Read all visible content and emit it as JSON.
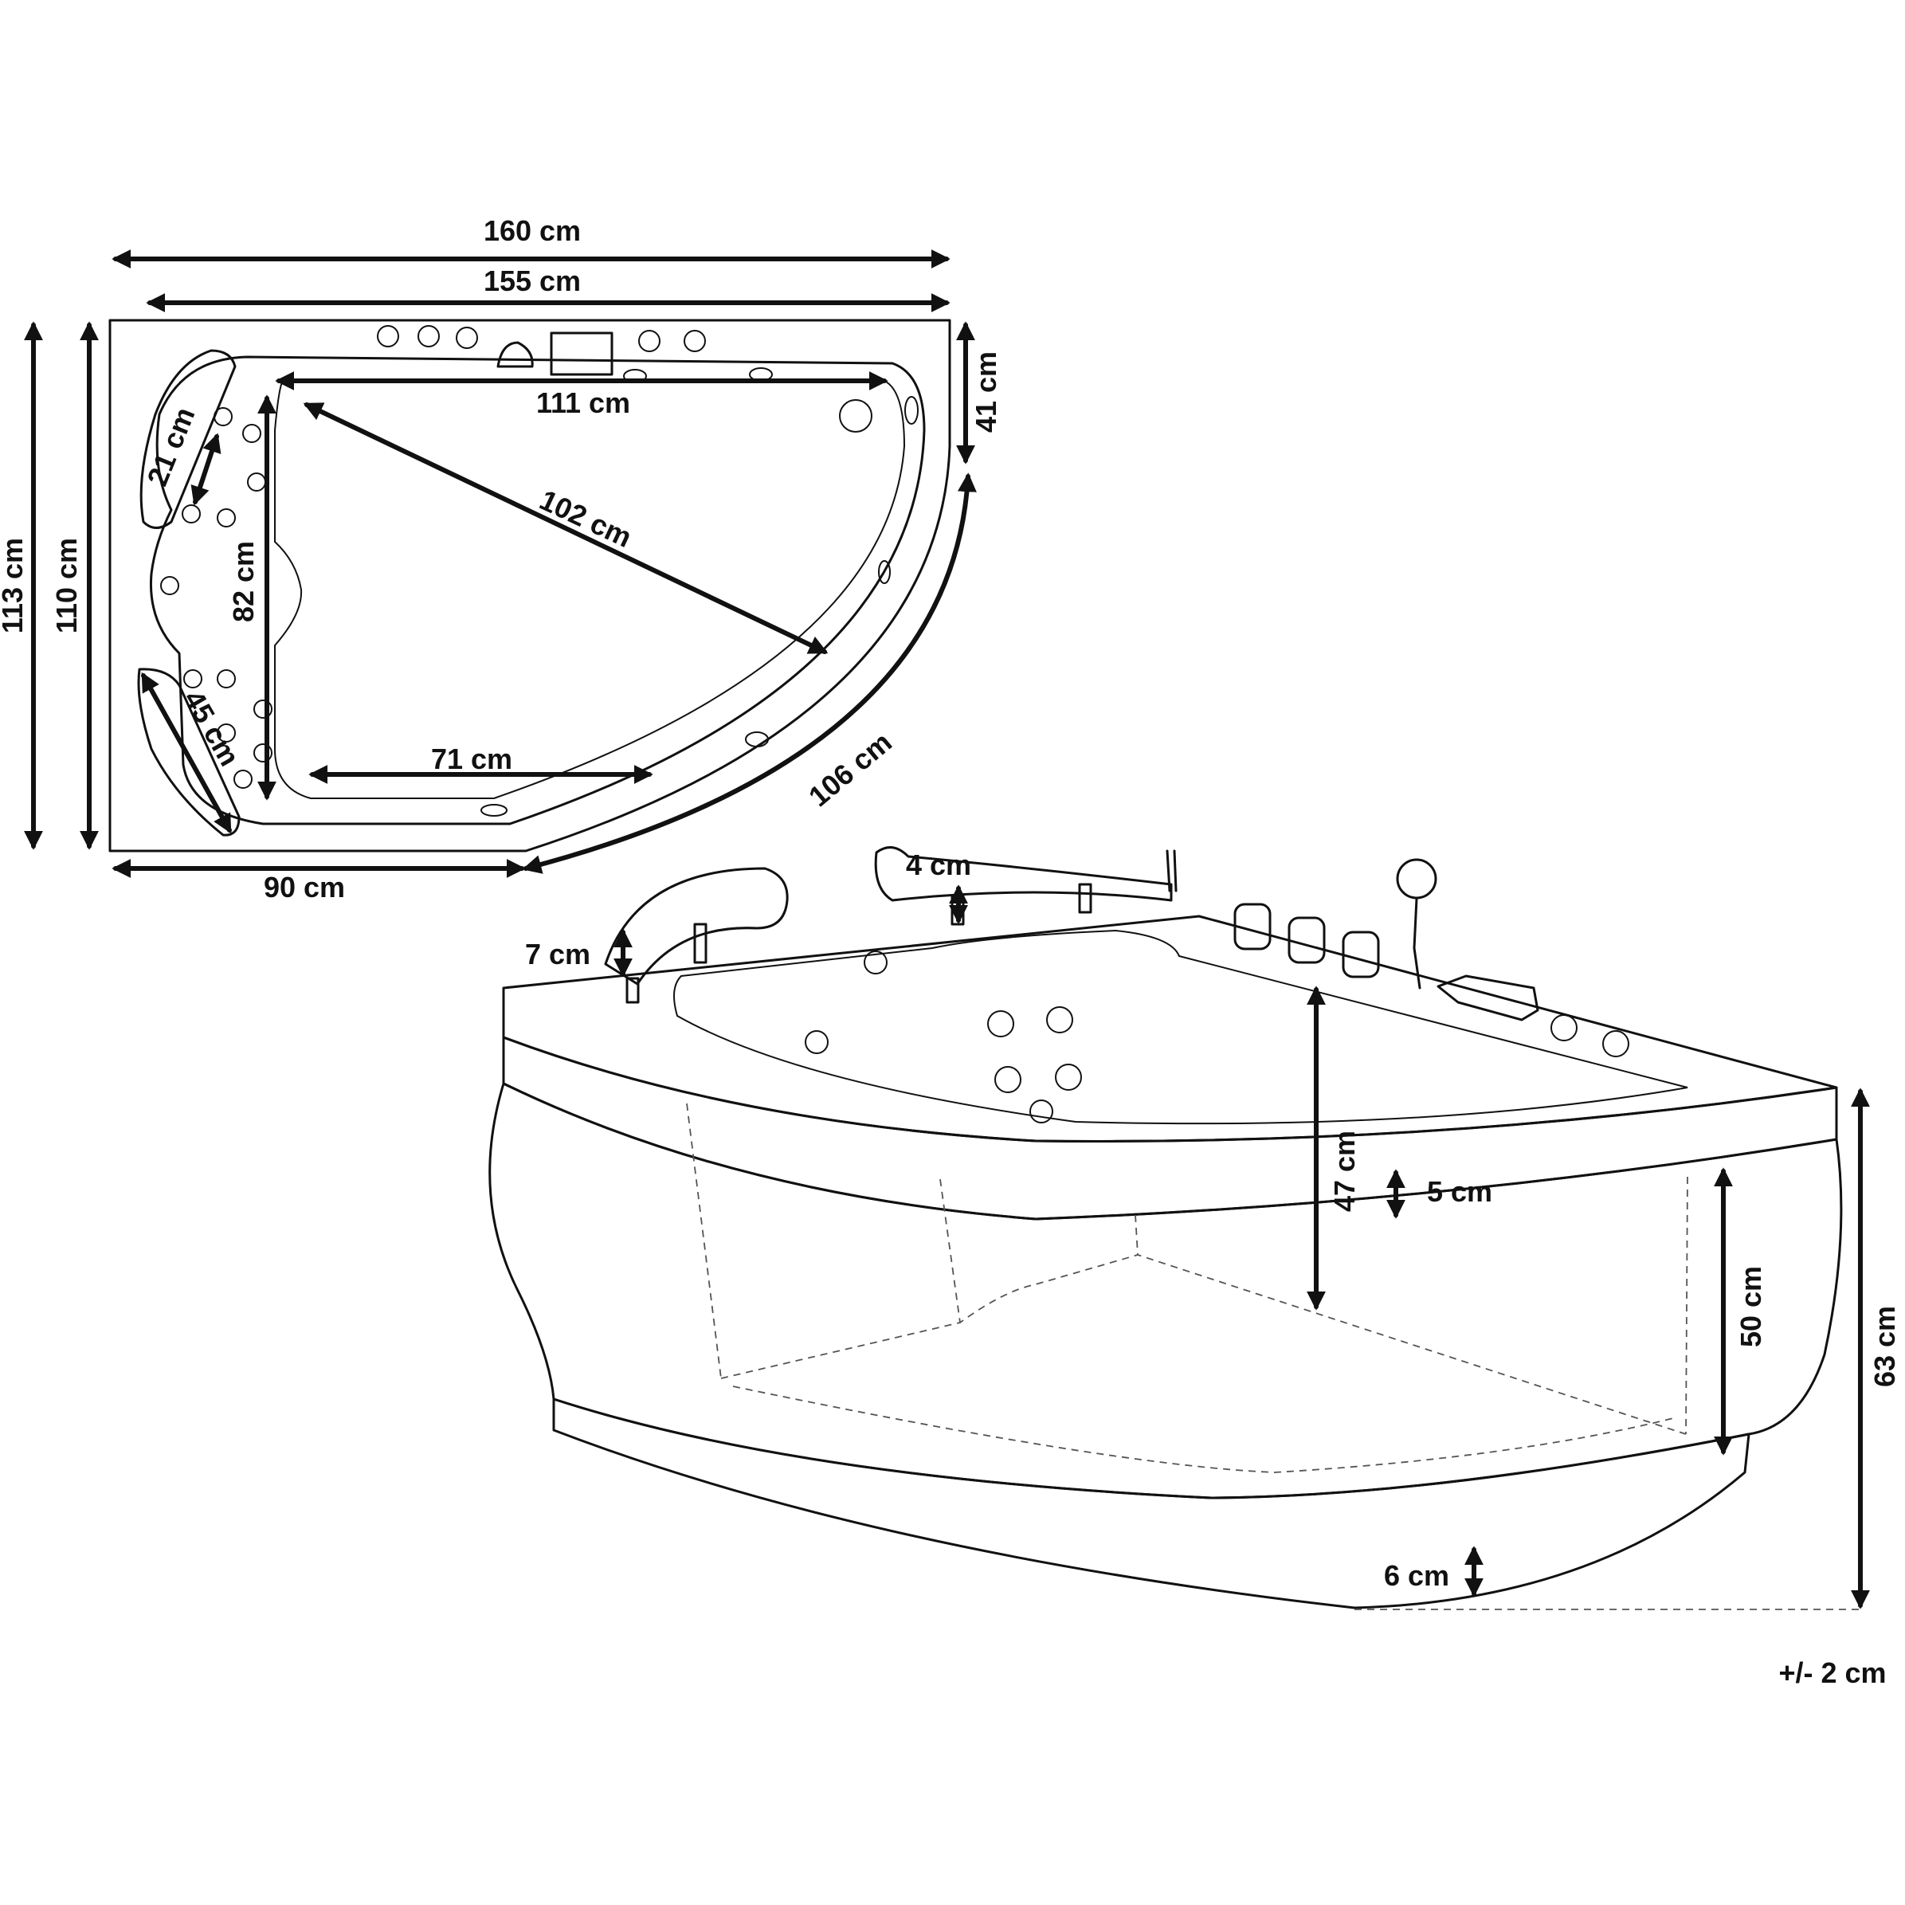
{
  "top_view": {
    "width_outer": "160 cm",
    "width_inner": "155 cm",
    "height_outer": "113 cm",
    "height_inner": "110 cm",
    "basin_top": "111 cm",
    "diagonal": "102 cm",
    "basin_height": "82 cm",
    "basin_bottom": "71 cm",
    "headrest_upper": "21 cm",
    "headrest_lower": "45 cm",
    "right_edge": "41 cm",
    "curved_edge": "106 cm",
    "bottom_edge": "90 cm"
  },
  "side_view": {
    "headrest_height": "7 cm",
    "pillow_height": "4 cm",
    "depth": "47 cm",
    "rim": "5 cm",
    "apron": "50 cm",
    "total_height": "63 cm",
    "base": "6 cm"
  },
  "tolerance": "+/- 2 cm"
}
